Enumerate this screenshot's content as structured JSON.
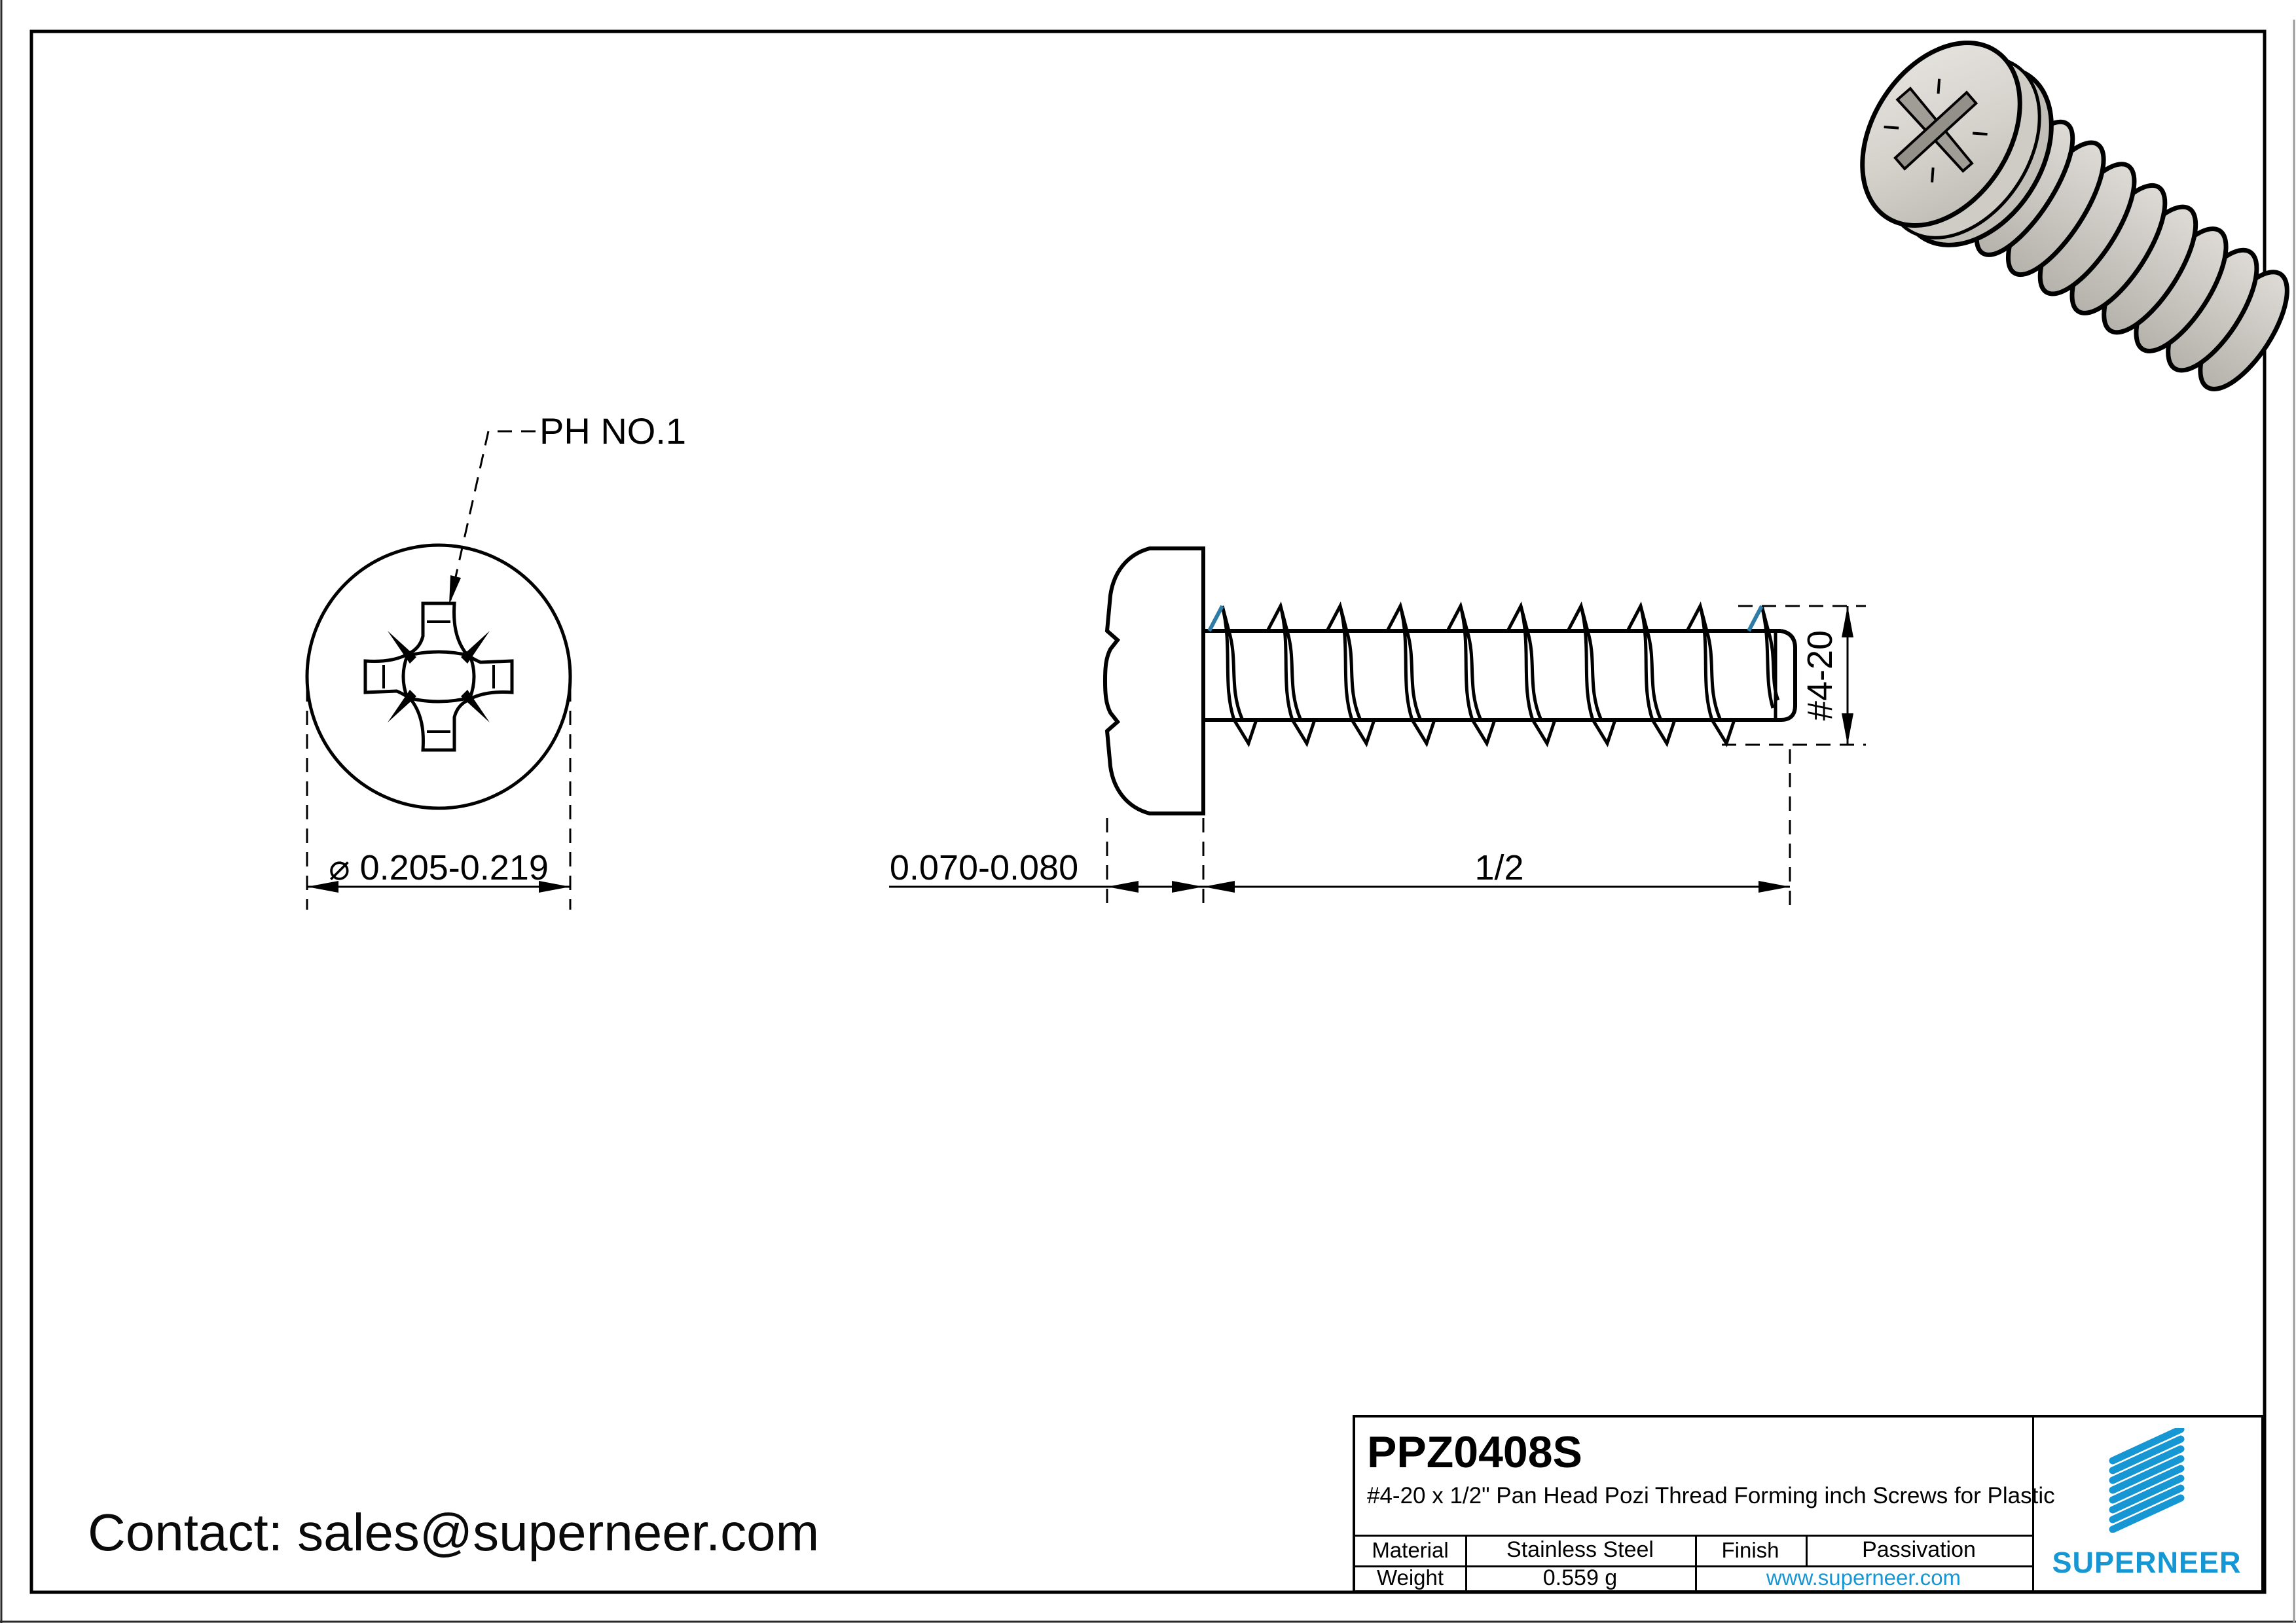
{
  "front_view": {
    "drive_label": "PH NO.1",
    "diameter_dim": "⌀ 0.205-0.219"
  },
  "side_view": {
    "head_height_dim": "0.070-0.080",
    "length_dim": "1/2",
    "thread_size_dim": "#4-20"
  },
  "contact": {
    "line": "Contact: sales@superneer.com"
  },
  "title_block": {
    "part_number": "PPZ0408S",
    "description": "#4-20 x 1/2\" Pan Head Pozi Thread Forming inch Screws for Plastic",
    "material_label": "Material",
    "material_value": "Stainless Steel",
    "finish_label": "Finish",
    "finish_value": "Passivation",
    "weight_label": "Weight",
    "weight_value": "0.559 g",
    "website": "www.superneer.com",
    "brand": "SUPERNEER"
  },
  "colors": {
    "line": "#000000",
    "accent_blue": "#2E7CA6",
    "brand_blue": "#1697D3"
  }
}
